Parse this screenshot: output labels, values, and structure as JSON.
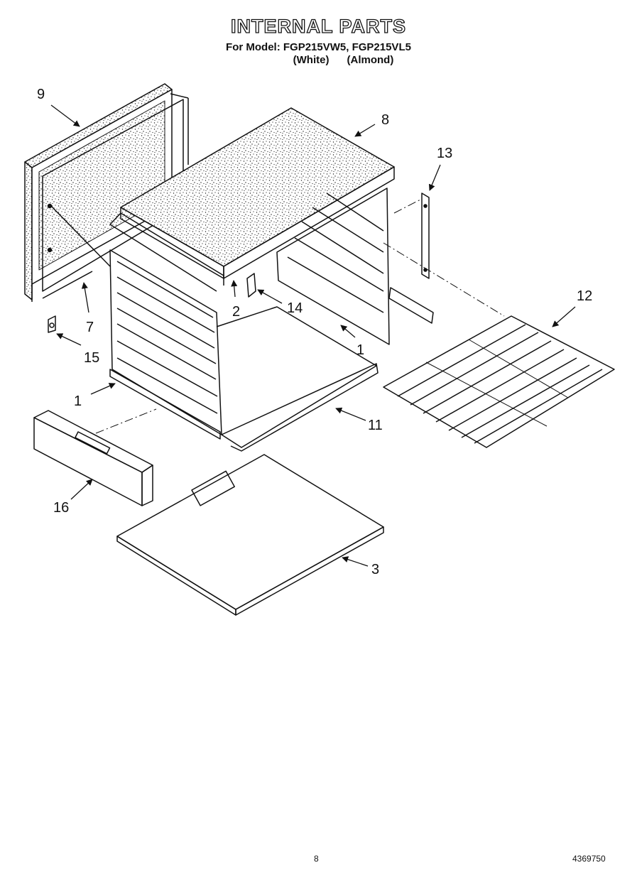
{
  "header": {
    "title": "INTERNAL PARTS",
    "model_line": "For Model: FGP215VW5, FGP215VL5",
    "color_white": "(White)",
    "color_almond": "(Almond)"
  },
  "callouts": [
    "9",
    "8",
    "13",
    "12",
    "7",
    "2",
    "14",
    "15",
    "1",
    "1",
    "11",
    "16",
    "3"
  ],
  "footer": {
    "page_number": "8",
    "document_number": "4369750"
  }
}
